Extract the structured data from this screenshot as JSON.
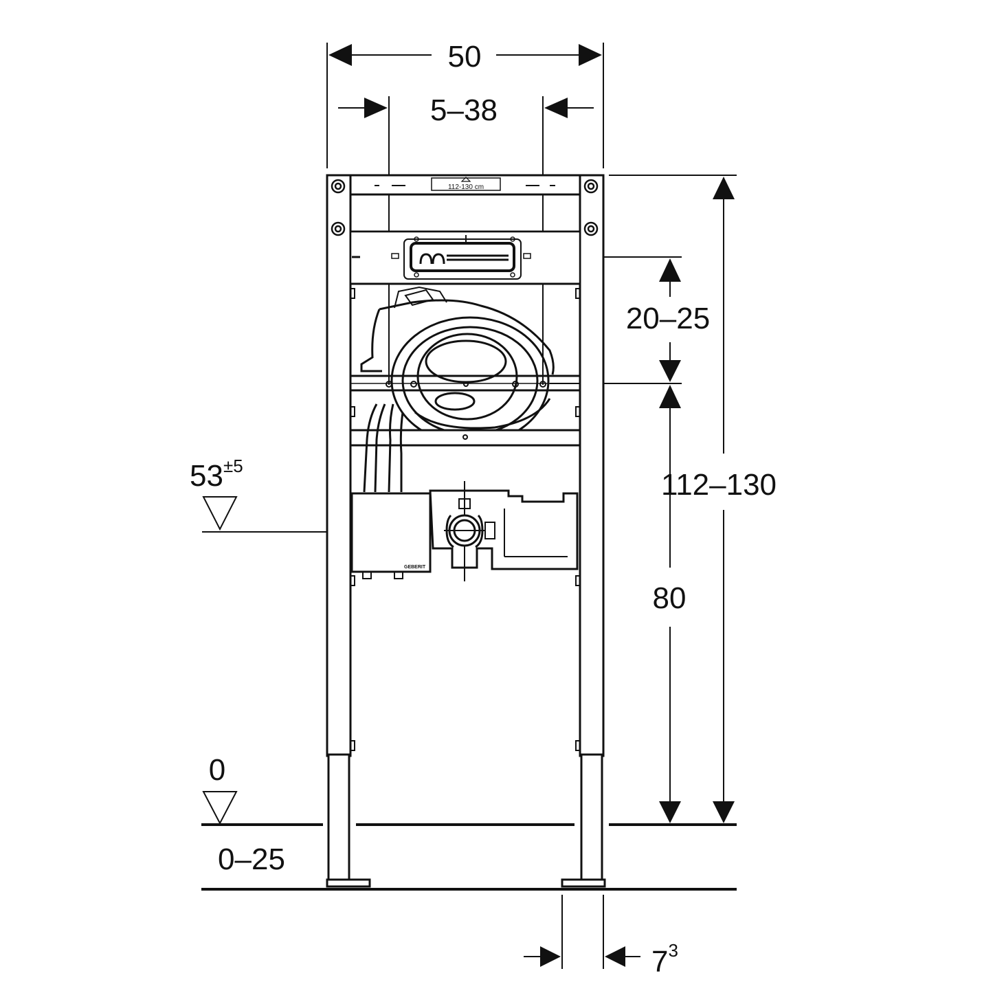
{
  "drawing": {
    "dimensions": {
      "total_width": "50",
      "connection_spacing": "5–38",
      "flush_height": "20–25",
      "total_height": "112–130",
      "lower_height": "80",
      "floor_offset": "0–25",
      "foot_depth": "7",
      "foot_depth_sup": "3"
    },
    "levels": {
      "outlet_level": "53",
      "outlet_tolerance": "±5",
      "floor_level": "0"
    },
    "labels": {
      "frame_plate": "112-130 cm",
      "brand": "GEBERIT"
    },
    "colors": {
      "line": "#111111",
      "background": "#ffffff"
    }
  }
}
